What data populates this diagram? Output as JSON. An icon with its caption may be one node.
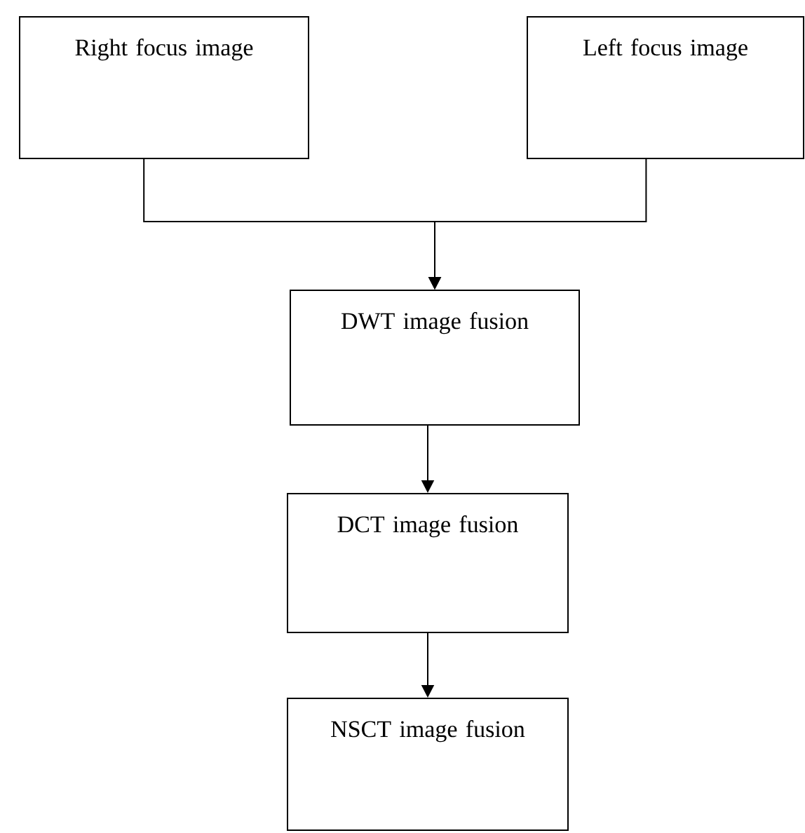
{
  "diagram": {
    "nodes": [
      {
        "text": [
          "Right focus image"
        ]
      },
      {
        "text": [
          "Left focus image"
        ]
      },
      {
        "text": [
          "DWT image fusion"
        ]
      },
      {
        "text": [
          "DCT image fusion"
        ]
      },
      {
        "text": [
          "NSCT image fusion"
        ]
      }
    ],
    "edges": [
      {
        "from": 0,
        "to": 2,
        "arrow": "to"
      },
      {
        "from": 1,
        "to": 2,
        "arrow": "to"
      },
      {
        "from": 2,
        "to": 3,
        "arrow": "to"
      },
      {
        "from": 3,
        "to": 4,
        "arrow": "to"
      }
    ]
  }
}
